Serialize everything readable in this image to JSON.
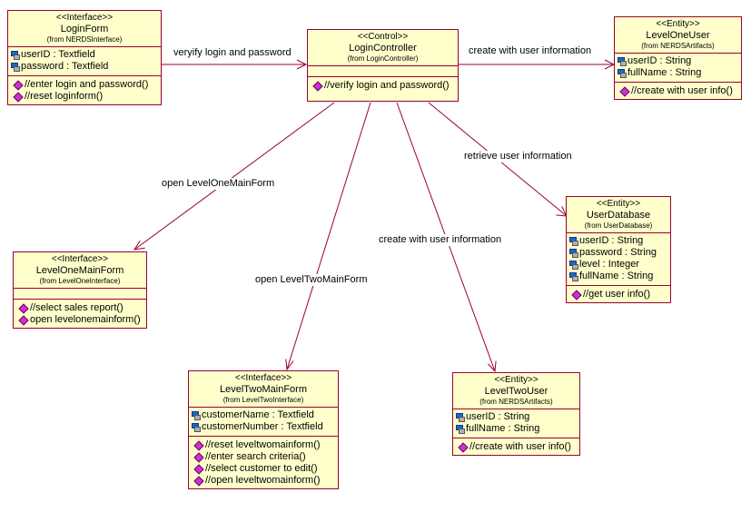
{
  "classes": {
    "login_form": {
      "stereotype": "<<Interface>>",
      "name": "LoginForm",
      "from": "(from NERDSInterface)",
      "attributes": [
        "userID : Textfield",
        "password : Textfield"
      ],
      "operations": [
        "//enter login and password()",
        "//reset loginform()"
      ]
    },
    "login_controller": {
      "stereotype": "<<Control>>",
      "name": "LoginController",
      "from": "(from LoginController)",
      "attributes": [],
      "operations": [
        "//verify login and password()"
      ]
    },
    "level_one_user": {
      "stereotype": "<<Entity>>",
      "name": "LevelOneUser",
      "from": "(from NERDSArtifacts)",
      "attributes": [
        "userID : String",
        "fullName : String"
      ],
      "operations": [
        "//create with user info()"
      ]
    },
    "user_database": {
      "stereotype": "<<Entity>>",
      "name": "UserDatabase",
      "from": "(from UserDatabase)",
      "attributes": [
        "userID : String",
        "password : String",
        "level : Integer",
        "fullName : String"
      ],
      "operations": [
        "//get user info()"
      ]
    },
    "level_one_main_form": {
      "stereotype": "<<Interface>>",
      "name": "LevelOneMainForm",
      "from": "(from LevelOneInterface)",
      "attributes": [],
      "operations": [
        "//select sales report()",
        "open levelonemainform()"
      ]
    },
    "level_two_main_form": {
      "stereotype": "<<Interface>>",
      "name": "LevelTwoMainForm",
      "from": "(from LevelTwoInterface)",
      "attributes": [
        "customerName : Textfield",
        "customerNumber : Textfield"
      ],
      "operations": [
        "//reset leveltwomainform()",
        "//enter search criteria()",
        "//select customer to edit()",
        "//open leveltwomainform()"
      ]
    },
    "level_two_user": {
      "stereotype": "<<Entity>>",
      "name": "LevelTwoUser",
      "from": "(from NERDSArtifacts)",
      "attributes": [
        "userID : String",
        "fullName : String"
      ],
      "operations": [
        "//create with user info()"
      ]
    }
  },
  "edges": {
    "verify": "veryify login and password",
    "create_l1": "create with user information",
    "retrieve": "retrieve user information",
    "open_l1": "open LevelOneMainForm",
    "open_l2": "open LevelTwoMainForm",
    "create_l2": "create with user information"
  },
  "colors": {
    "fill": "#ffffcc",
    "border": "#990033",
    "line": "#990033"
  }
}
